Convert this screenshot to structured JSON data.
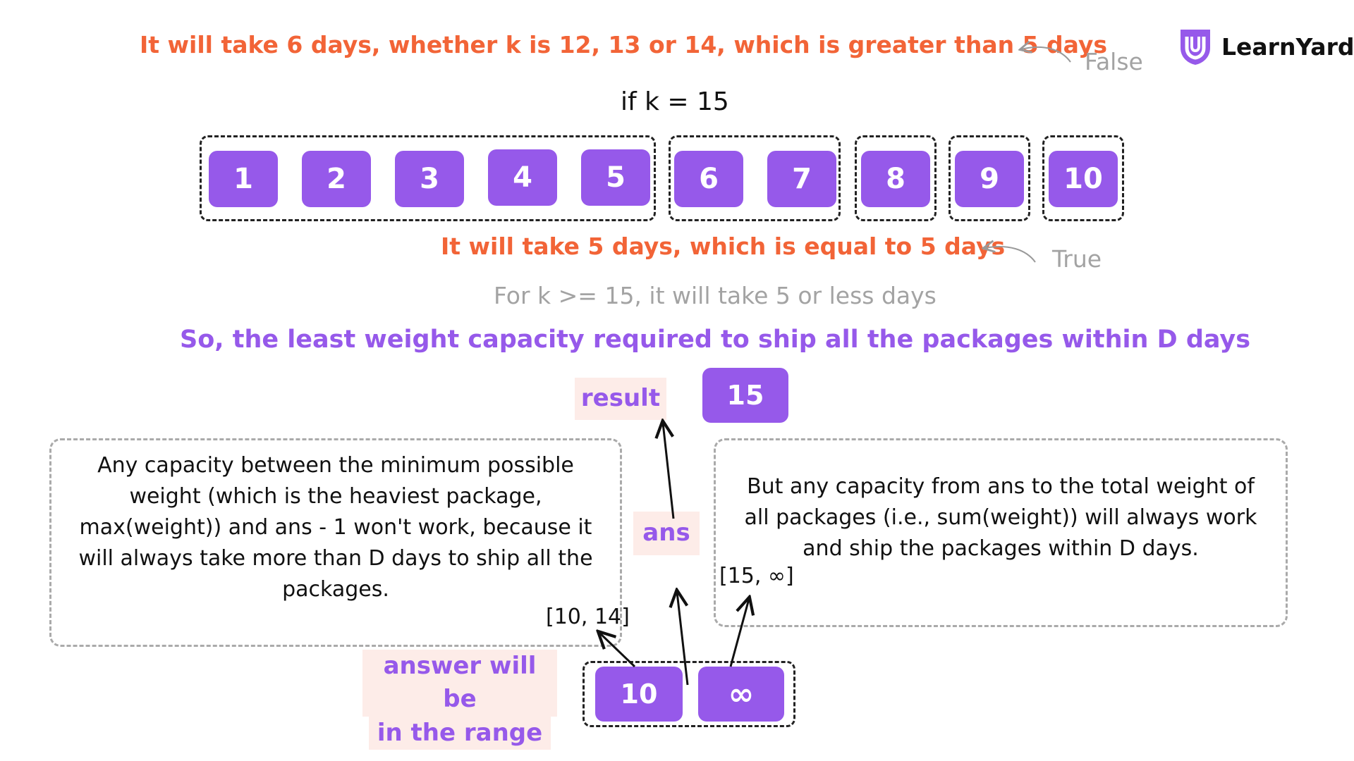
{
  "header": {
    "false_statement": "It will take 6 days, whether k is 12, 13 or 14, which is greater than 5 days",
    "false_label": "False",
    "brand": "LearnYard"
  },
  "condition": "if k = 15",
  "packages": [
    "1",
    "2",
    "3",
    "4",
    "5",
    "6",
    "7",
    "8",
    "9",
    "10"
  ],
  "true_statement": "It will take 5 days, which is equal to 5 days",
  "true_label": "True",
  "note": "For k >= 15, it will take 5 or less days",
  "conclusion": "So, the least weight capacity required to ship all the packages within D days",
  "result": {
    "label": "result",
    "value": "15"
  },
  "ans_label": "ans",
  "left_panel": {
    "text": "Any capacity between the minimum possible weight (which is the heaviest package, max(weight)) and ans - 1 won't work, because it will always take more than D days to ship all the packages.",
    "range": "[10, 14]"
  },
  "right_panel": {
    "text": "But any capacity from ans to the total weight of all packages (i.e., sum(weight)) will always work and ship the packages within D days.",
    "range": "[15, ∞]"
  },
  "range_tag": {
    "line1": "answer will be",
    "line2": "in the range"
  },
  "range_bounds": {
    "low": "10",
    "high": "∞"
  },
  "colors": {
    "accent": "#9659ea",
    "warning": "#f26437",
    "muted": "#a3a3a3",
    "tag_bg": "#fdece8"
  }
}
